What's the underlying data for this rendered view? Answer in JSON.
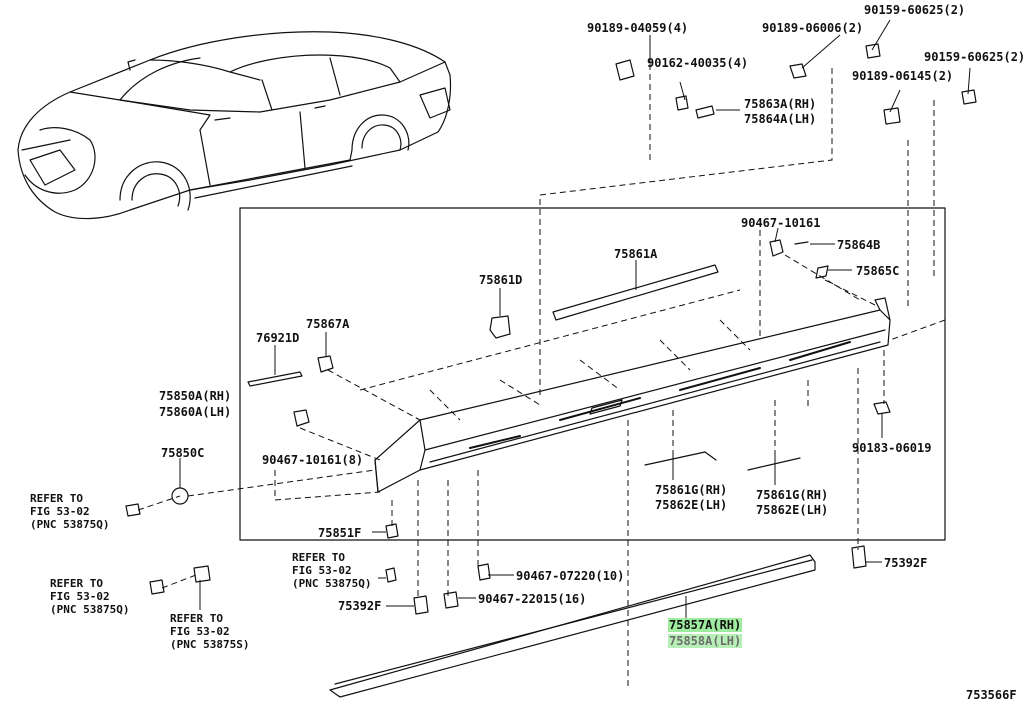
{
  "figure_id": "753566F",
  "colors": {
    "highlight": "#9eea9e",
    "line": "#111111"
  },
  "labels": {
    "p90189_04059": "90189-04059(4)",
    "p90189_06006": "90189-06006(2)",
    "p90159_60625_a": "90159-60625(2)",
    "p90162_40035": "90162-40035(4)",
    "p90159_60625_b": "90159-60625(2)",
    "p90189_06145": "90189-06145(2)",
    "p75863A": "75863A(RH)",
    "p75864A": "75864A(LH)",
    "p90467_10161": "90467-10161",
    "p75864B": "75864B",
    "p75861A": "75861A",
    "p75861D": "75861D",
    "p75865C": "75865C",
    "p76921D": "76921D",
    "p75867A": "75867A",
    "p75850A": "75850A(RH)",
    "p75860A": "75860A(LH)",
    "p75850C": "75850C",
    "p90467_10161_8": "90467-10161(8)",
    "p90183_06019": "90183-06019",
    "ref1": [
      "REFER TO",
      "FIG 53-02",
      "(PNC 53875Q)"
    ],
    "p75861G_1": "75861G(RH)",
    "p75862E_1": "75862E(LH)",
    "p75861G_2": "75861G(RH)",
    "p75862E_2": "75862E(LH)",
    "p75851F": "75851F",
    "ref2": [
      "REFER TO",
      "FIG 53-02",
      "(PNC 53875Q)"
    ],
    "ref3": [
      "REFER TO",
      "FIG 53-02",
      "(PNC 53875Q)"
    ],
    "ref4": [
      "REFER TO",
      "FIG 53-02",
      "(PNC 53875S)"
    ],
    "p90467_07220": "90467-07220(10)",
    "p90467_22015": "90467-22015(16)",
    "p75392F_a": "75392F",
    "p75392F_b": "75392F",
    "p75857A": "75857A(RH)",
    "p75858A": "75858A(LH)"
  }
}
